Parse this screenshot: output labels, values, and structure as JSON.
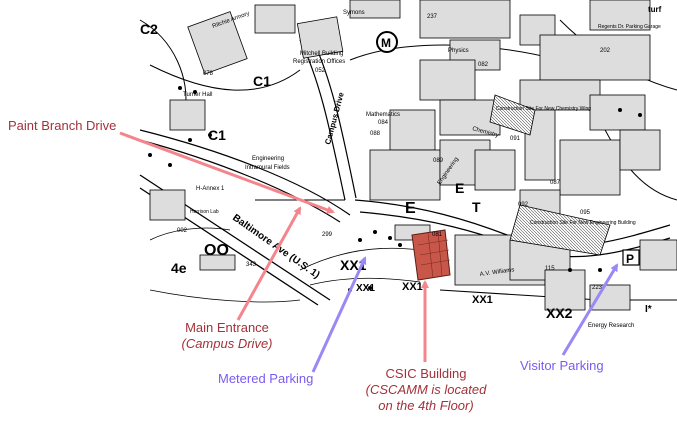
{
  "callouts": {
    "paint_branch": "Paint Branch Drive",
    "main_entrance": "Main Entrance",
    "main_entrance_sub": "(Campus Drive)",
    "metered_parking": "Metered Parking",
    "csic_building": "CSIC Building",
    "csic_note_1": "(CSCAMM is located",
    "csic_note_2": "on the 4th Floor)",
    "visitor_parking": "Visitor Parking"
  },
  "map_labels": {
    "c2": "C2",
    "c1_top": "C1",
    "c1_left": "C1",
    "armory": "Ritchie Armory",
    "n078": "078",
    "turner": "Turner Hall",
    "mitchell_1": "Mitchell Building",
    "mitchell_2": "Registration Offices",
    "n052": "052",
    "campus_drive": "Campus Drive",
    "symons": "Symons",
    "n237": "237",
    "physics": "Physics",
    "n082": "082",
    "mathematics": "Mathematics",
    "n084": "084",
    "n088": "088",
    "chemistry": "Chemistry",
    "n091": "091",
    "engineering": "Engineering",
    "n089": "089",
    "engineering_fields_1": "Engineering",
    "engineering_fields_2": "Intramural Fields",
    "h_annex": "H-Annex 1",
    "harrison": "Harrison Lab",
    "n002": "002",
    "n299": "299",
    "baltimore": "Baltimore Ave (U.S. 1)",
    "oo": "OO",
    "n343": "343",
    "four_e": "4e",
    "xx1_a": "XX1",
    "xx1_b": "XX1",
    "xx1_c": "XX1",
    "xx1_d": "XX1",
    "xx2": "XX2",
    "n081": "081",
    "n115": "115",
    "av_williams": "A.V. Williams",
    "n223": "223",
    "energy": "Energy Research",
    "p": "P",
    "i_star": "I*",
    "e_big": "E",
    "e_small": "E",
    "t": "T",
    "n092": "092",
    "n095": "095",
    "n202": "202",
    "regents": "Regents Dr. Parking Garage",
    "m": "M",
    "construction_1": "Construction Site For New Engineering Building",
    "construction_2": "Construction Site For New Chemistry Wing",
    "n087": "087",
    "turf": "turf"
  },
  "colors": {
    "paint_branch_arrow": "#f4858c",
    "main_entrance_arrow": "#f4858c",
    "metered_arrow": "#9b87f5",
    "csic_arrow": "#f4858c",
    "visitor_arrow": "#9b87f5",
    "csic_fill": "#c8574a",
    "label_red": "#a3323a",
    "label_blue": "#7b5bf0"
  }
}
